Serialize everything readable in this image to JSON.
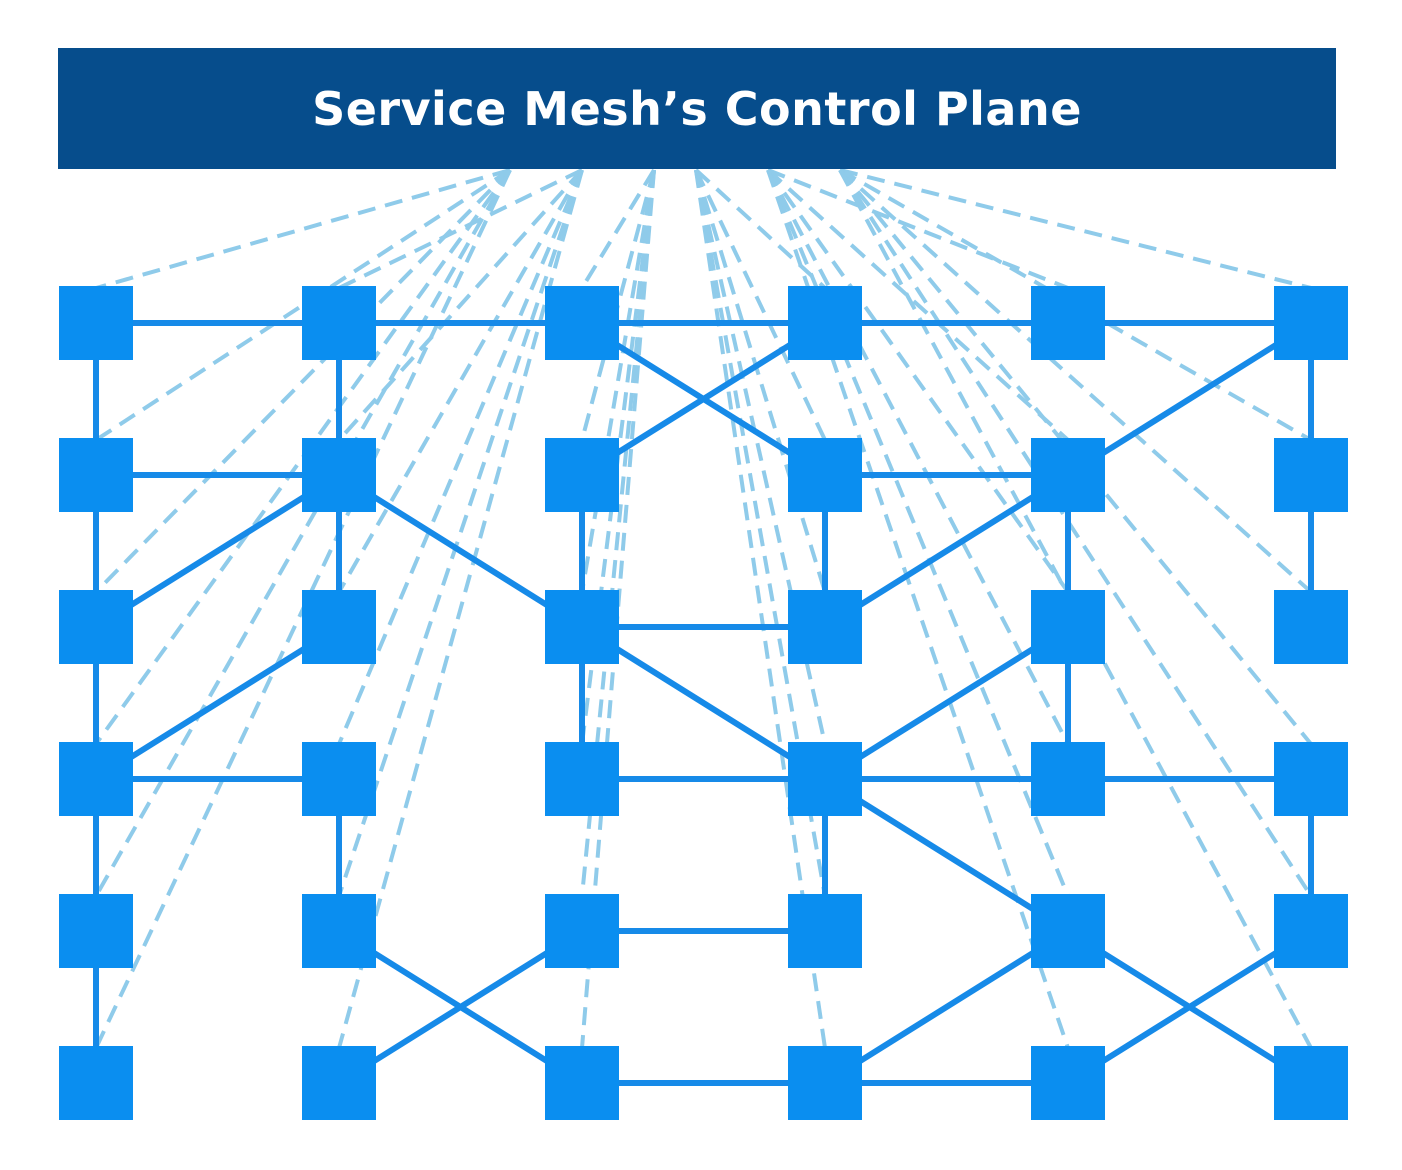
{
  "diagram": {
    "title": "Service Mesh’s Control Plane",
    "colors": {
      "control_plane_fill": "#064d8c",
      "title_text": "#ffffff",
      "node_fill": "#0a8ef0",
      "solid_link": "#168ae8",
      "dashed_link": "#8fcbea"
    },
    "grid": {
      "columns": 6,
      "rows": 6
    },
    "nodes": [
      "0,0",
      "1,0",
      "2,0",
      "3,0",
      "4,0",
      "5,0",
      "0,1",
      "1,1",
      "2,1",
      "3,1",
      "4,1",
      "5,1",
      "0,2",
      "1,2",
      "2,2",
      "3,2",
      "4,2",
      "5,2",
      "0,3",
      "1,3",
      "2,3",
      "3,3",
      "4,3",
      "5,3",
      "0,4",
      "1,4",
      "2,4",
      "3,4",
      "4,4",
      "5,4",
      "0,5",
      "1,5",
      "2,5",
      "3,5",
      "4,5",
      "5,5"
    ],
    "solid_links": [
      [
        "0,0",
        "1,0"
      ],
      [
        "1,0",
        "2,0"
      ],
      [
        "2,0",
        "3,0"
      ],
      [
        "3,0",
        "4,0"
      ],
      [
        "4,0",
        "5,0"
      ],
      [
        "0,0",
        "0,1"
      ],
      [
        "0,1",
        "0,2"
      ],
      [
        "0,2",
        "0,3"
      ],
      [
        "0,3",
        "0,4"
      ],
      [
        "0,4",
        "0,5"
      ],
      [
        "1,0",
        "1,1"
      ],
      [
        "1,1",
        "1,2"
      ],
      [
        "0,1",
        "1,1"
      ],
      [
        "0,2",
        "1,1"
      ],
      [
        "1,1",
        "2,2"
      ],
      [
        "2,0",
        "3,1"
      ],
      [
        "3,0",
        "2,1"
      ],
      [
        "2,1",
        "2,2"
      ],
      [
        "2,2",
        "3,2"
      ],
      [
        "2,2",
        "3,3"
      ],
      [
        "2,2",
        "2,3"
      ],
      [
        "3,1",
        "4,1"
      ],
      [
        "3,1",
        "3,2"
      ],
      [
        "4,1",
        "5,0"
      ],
      [
        "4,1",
        "3,2"
      ],
      [
        "4,1",
        "4,2"
      ],
      [
        "5,0",
        "5,1"
      ],
      [
        "5,1",
        "5,2"
      ],
      [
        "0,3",
        "1,2"
      ],
      [
        "0,3",
        "1,3"
      ],
      [
        "1,3",
        "1,4"
      ],
      [
        "2,3",
        "3,3"
      ],
      [
        "3,3",
        "4,3"
      ],
      [
        "4,3",
        "5,3"
      ],
      [
        "3,3",
        "4,2"
      ],
      [
        "4,2",
        "4,3"
      ],
      [
        "3,3",
        "3,4"
      ],
      [
        "3,3",
        "4,4"
      ],
      [
        "5,3",
        "5,4"
      ],
      [
        "2,4",
        "3,4"
      ],
      [
        "1,4",
        "2,5"
      ],
      [
        "1,5",
        "2,4"
      ],
      [
        "2,5",
        "3,5"
      ],
      [
        "3,5",
        "4,4"
      ],
      [
        "3,5",
        "4,5"
      ],
      [
        "4,4",
        "5,5"
      ],
      [
        "4,5",
        "5,4"
      ]
    ]
  }
}
